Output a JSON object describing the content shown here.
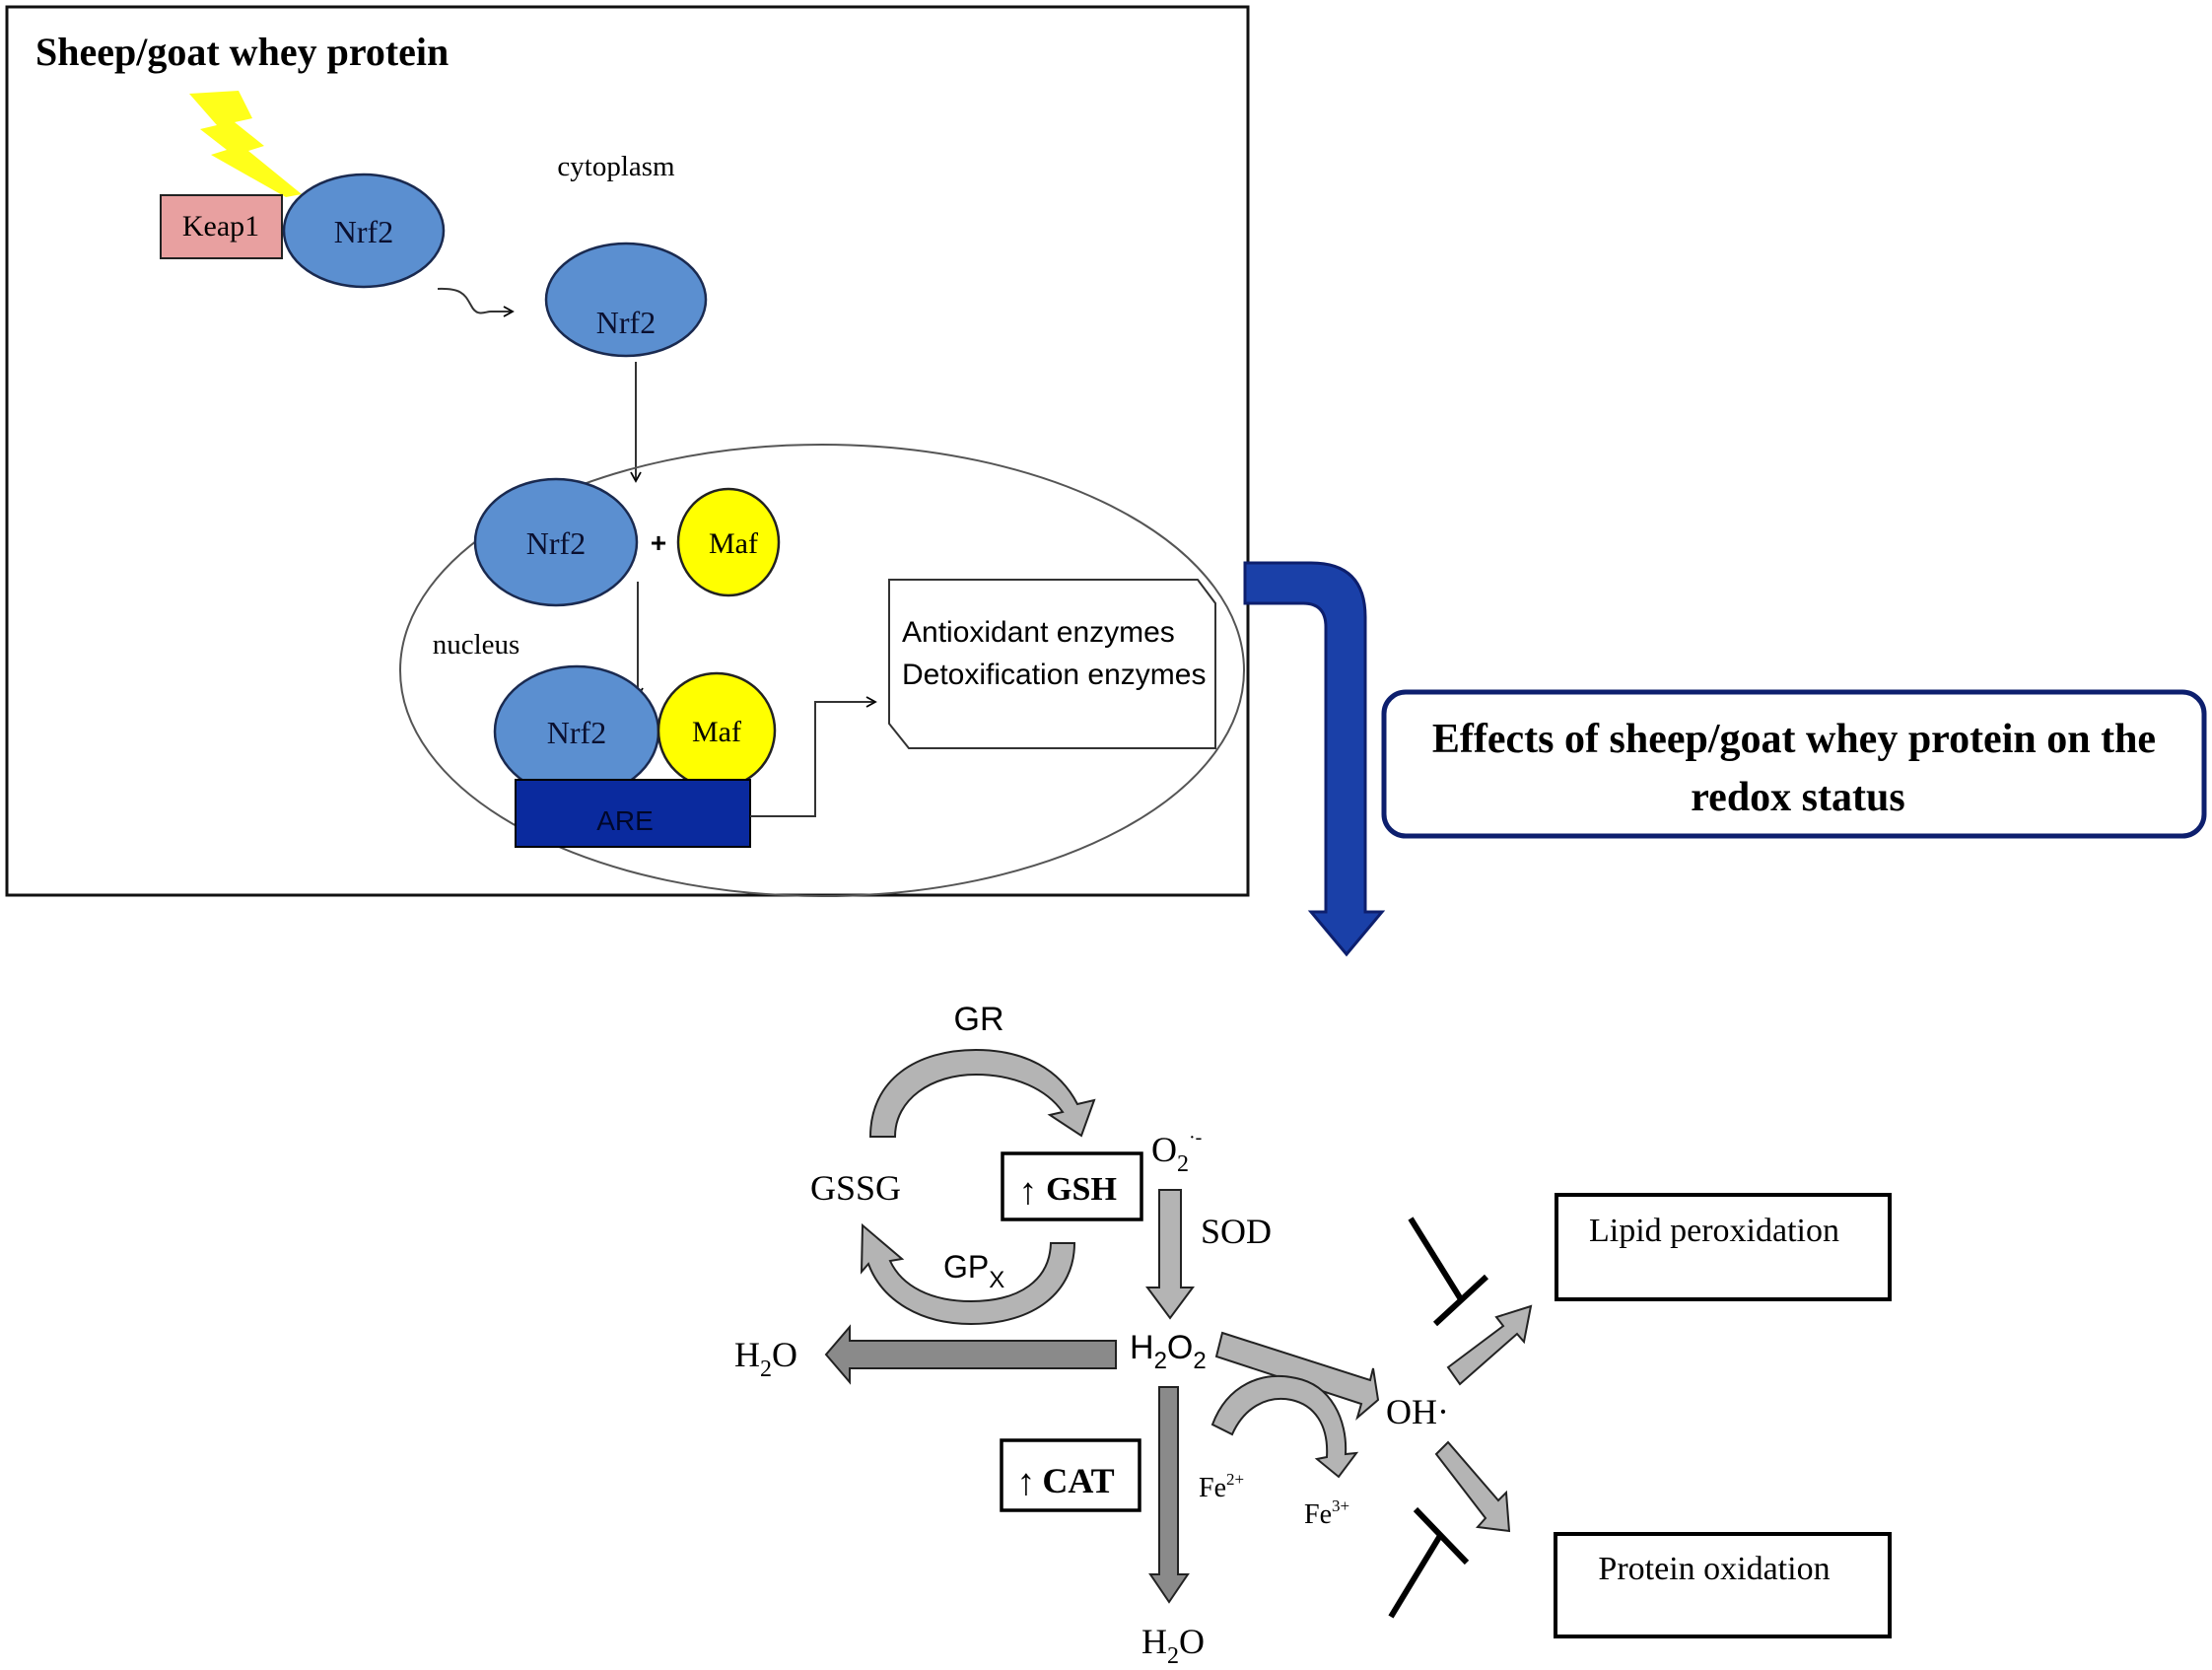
{
  "nrf2_panel": {
    "title": "Sheep/goat whey protein",
    "cytoplasm_label": "cytoplasm",
    "nucleus_label": "nucleus",
    "keap1_label": "Keap1",
    "nrf2_label": "Nrf2",
    "maf_label": "Maf",
    "plus_sign": "+",
    "are_label": "ARE",
    "output_lines": [
      "Antioxidant enzymes",
      "Detoxification enzymes"
    ],
    "colors": {
      "nrf2_fill": "#5b8fd0",
      "maf_fill": "#ffff00",
      "keap1_fill": "#e8a0a0",
      "are_fill": "#0a2a9e",
      "bolt_fill": "#ffff1a"
    }
  },
  "effects_box": {
    "line1": "Effects of sheep/goat whey protein on the",
    "line2": "redox status",
    "colors": {
      "border": "#0d1f6e",
      "arrow": "#1a40a8"
    }
  },
  "redox_pathway": {
    "gr_label": "GR",
    "gpx_label": "GP",
    "gpx_sub": "X",
    "gssg_label": "GSSG",
    "gsh_label": "GSH",
    "gsh_arrow": "↑",
    "o2_label": "O",
    "o2_sub": "2",
    "o2_sup": "·-",
    "sod_label": "SOD",
    "h2o2_label": [
      "H",
      "2",
      "O",
      "2"
    ],
    "h2o_left": [
      "H",
      "2",
      "O"
    ],
    "h2o_bottom": [
      "H",
      "2",
      "O"
    ],
    "cat_label": "CAT",
    "cat_arrow": "↑",
    "fe2_label": "Fe",
    "fe2_sup": "2+",
    "fe3_label": "Fe",
    "fe3_sup": "3+",
    "oh_label": "OH·",
    "lipid_label": "Lipid peroxidation",
    "protein_label": "Protein oxidation",
    "colors": {
      "light_arrow": "#b4b4b4",
      "dark_arrow": "#8a8a8a"
    }
  }
}
